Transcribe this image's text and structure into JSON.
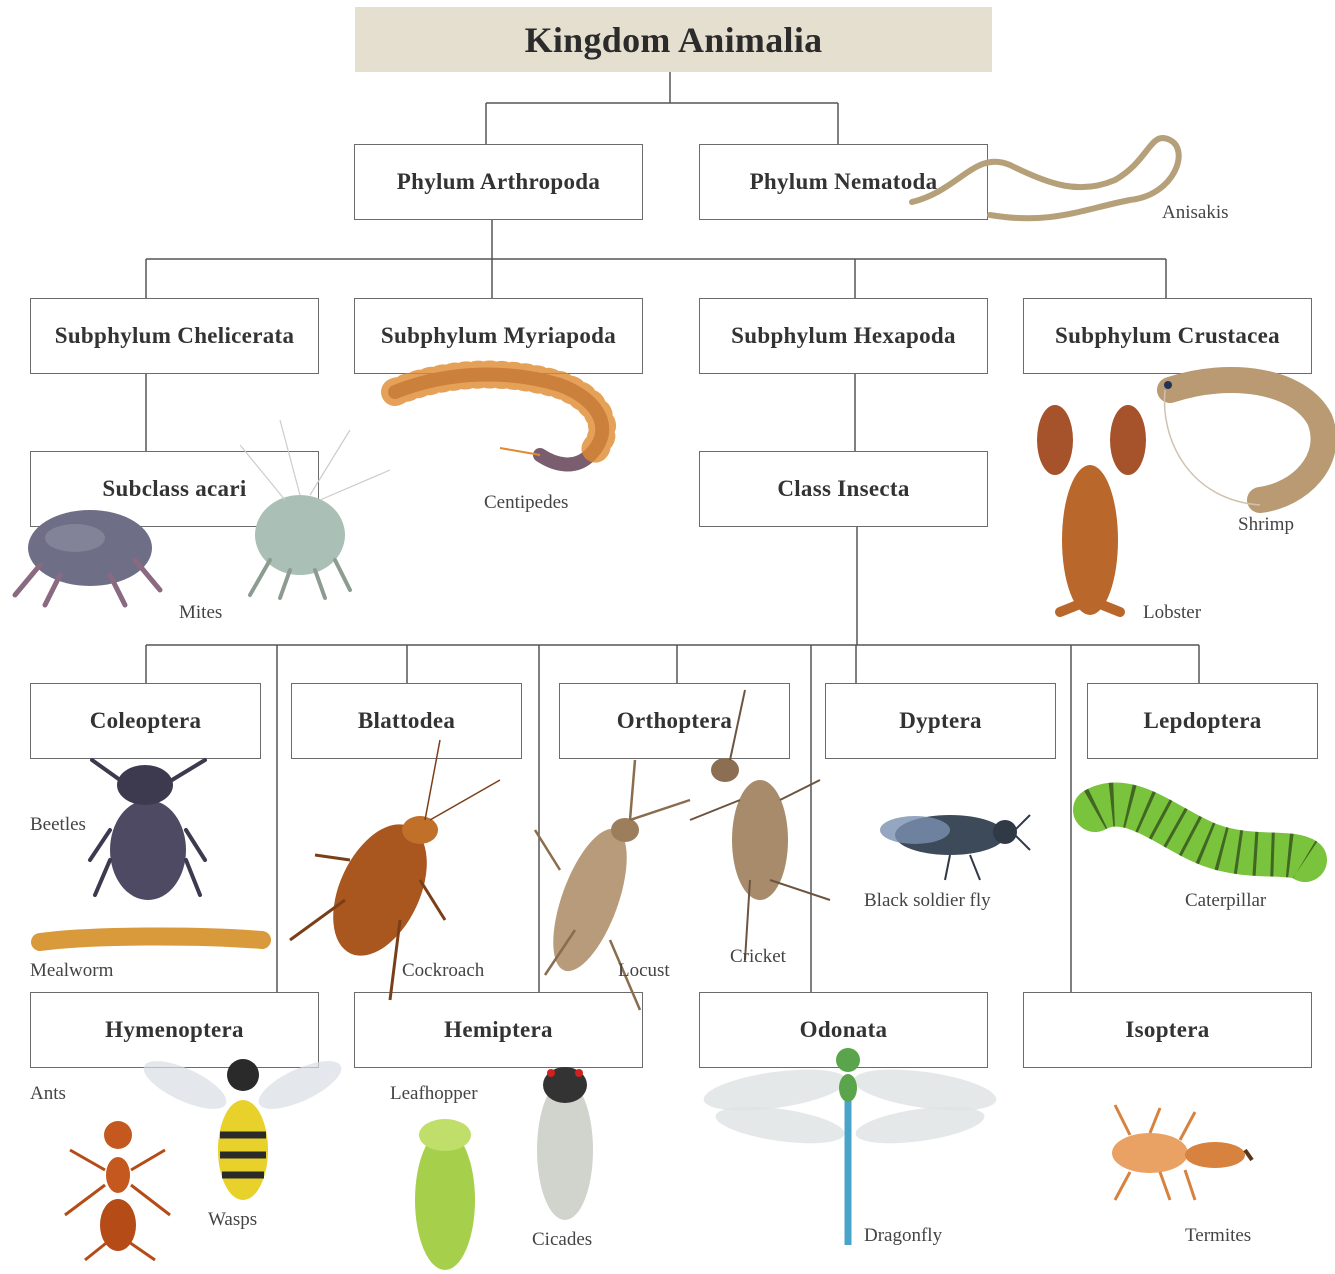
{
  "nodes": {
    "kingdom": "Kingdom Animalia",
    "arthropoda": "Phylum Arthropoda",
    "nematoda": "Phylum Nematoda",
    "chelicerata": "Subphylum Chelicerata",
    "myriapoda": "Subphylum Myriapoda",
    "hexapoda": "Subphylum Hexapoda",
    "crustacea": "Subphylum Crustacea",
    "acari": "Subclass acari",
    "insecta": "Class Insecta",
    "coleoptera": "Coleoptera",
    "blattodea": "Blattodea",
    "orthoptera": "Orthoptera",
    "dyptera": "Dyptera",
    "lepdoptera": "Lepdoptera",
    "hymenoptera": "Hymenoptera",
    "hemiptera": "Hemiptera",
    "odonata": "Odonata",
    "isoptera": "Isoptera"
  },
  "labels": {
    "anisakis": "Anisakis",
    "centipedes": "Centipedes",
    "mites": "Mites",
    "shrimp": "Shrimp",
    "lobster": "Lobster",
    "beetles": "Beetles",
    "mealworm": "Mealworm",
    "cockroach": "Cockroach",
    "locust": "Locust",
    "cricket": "Cricket",
    "black_soldier_fly": "Black soldier fly",
    "caterpillar": "Caterpillar",
    "ants": "Ants",
    "wasps": "Wasps",
    "leafhopper": "Leafhopper",
    "cicades": "Cicades",
    "dragonfly": "Dragonfly",
    "termites": "Termites"
  },
  "colors": {
    "root_fill": "#e5dfd0",
    "box_border": "#6b6b6b",
    "connector": "#555555"
  }
}
